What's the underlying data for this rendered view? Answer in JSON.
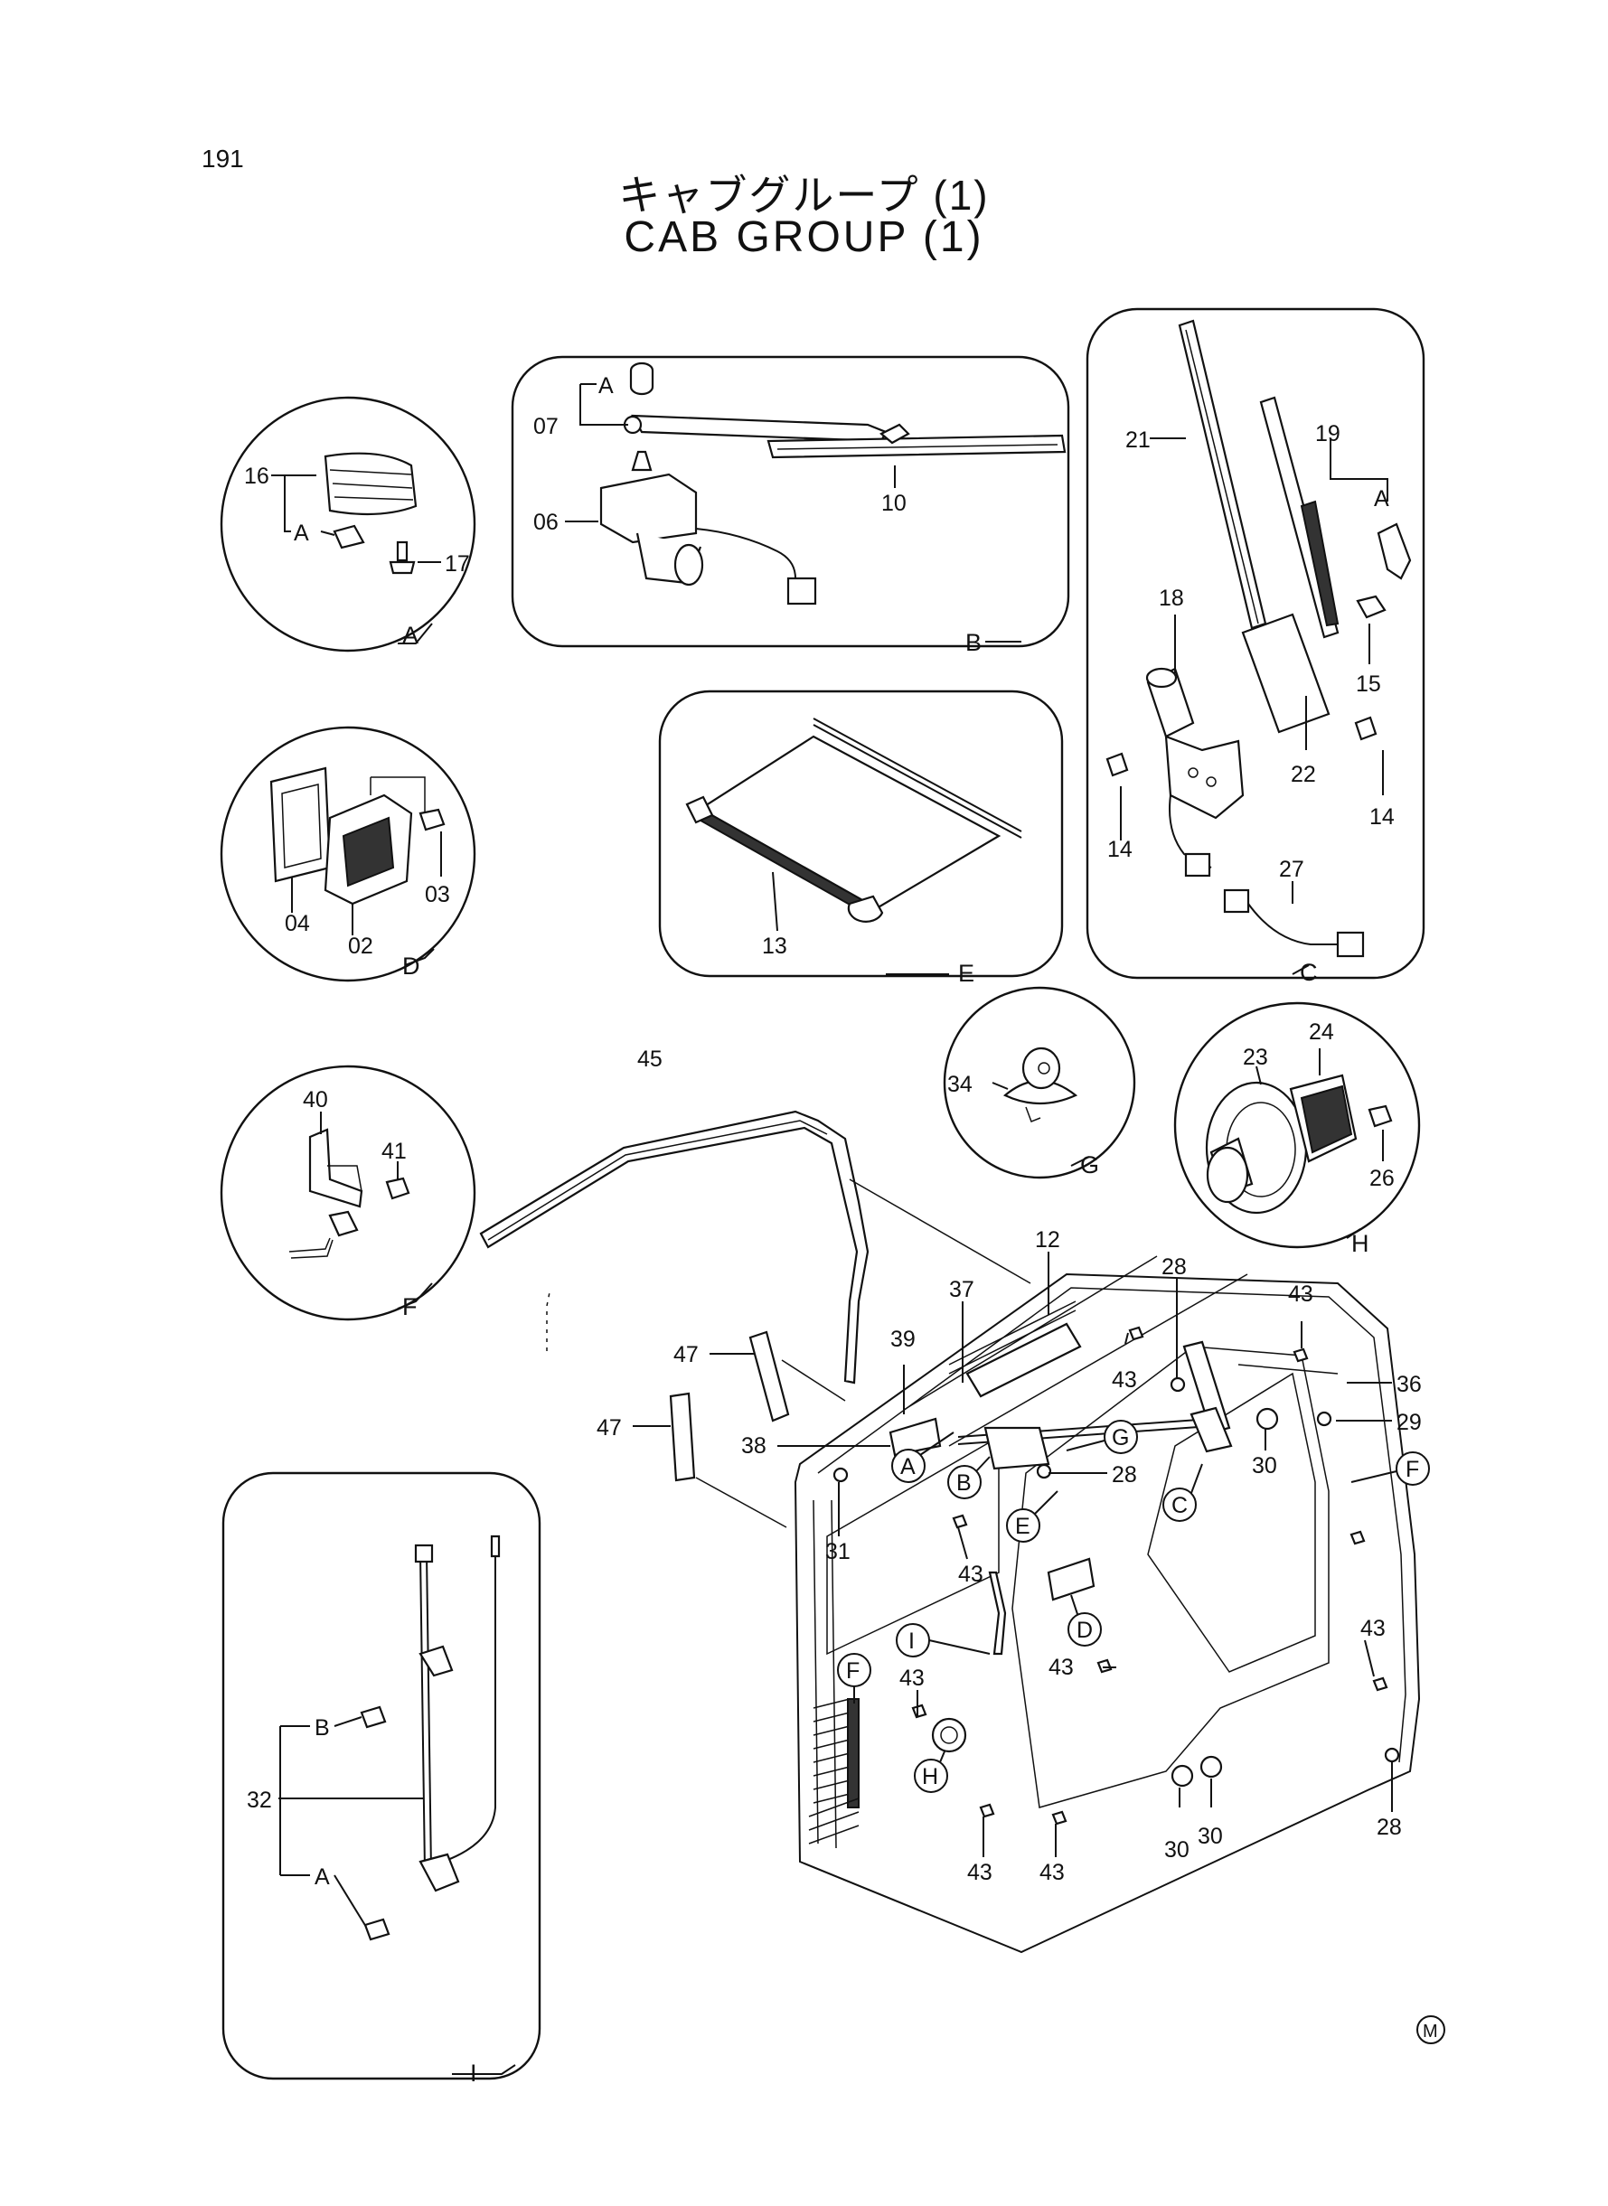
{
  "page_number": "191",
  "title_jp": "キャブグループ (1)",
  "title_en": "CAB GROUP (1)",
  "corner_mark": "M",
  "views": {
    "A": "A",
    "B": "B",
    "C": "C",
    "D": "D",
    "E": "E",
    "F": "F",
    "G": "G",
    "H": "H",
    "I": "I"
  },
  "sub_refs": {
    "a": "A",
    "b": "B"
  },
  "part_numbers": {
    "p02": "02",
    "p03": "03",
    "p04": "04",
    "p06": "06",
    "p07": "07",
    "p10": "10",
    "p12": "12",
    "p13": "13",
    "p14": "14",
    "p15": "15",
    "p16": "16",
    "p17": "17",
    "p18": "18",
    "p19": "19",
    "p21": "21",
    "p22": "22",
    "p23": "23",
    "p24": "24",
    "p26": "26",
    "p27": "27",
    "p28": "28",
    "p29": "29",
    "p30": "30",
    "p31": "31",
    "p32": "32",
    "p34": "34",
    "p36": "36",
    "p37": "37",
    "p38": "38",
    "p39": "39",
    "p40": "40",
    "p41": "41",
    "p43": "43",
    "p45": "45",
    "p47": "47"
  }
}
